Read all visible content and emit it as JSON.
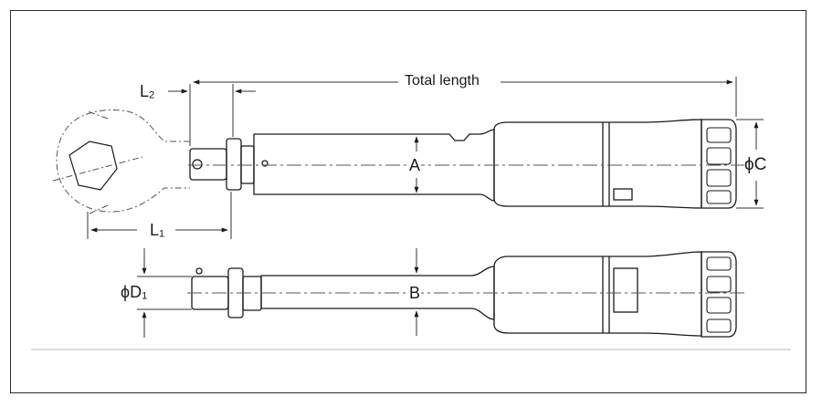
{
  "labels": {
    "total_length": "Total length",
    "l2_main": "L",
    "l2_sub": "2",
    "l1_main": "L",
    "l1_sub": "1",
    "a": "A",
    "b": "B",
    "phi_c": "ϕC",
    "phi_d1_main": "ϕD",
    "phi_d1_sub": "1"
  },
  "colors": {
    "line": "#1a1a1a",
    "dim_line": "#333333",
    "phantom": "#555555",
    "frame": "#2a2a2a",
    "baseline": "#bbbbbb"
  }
}
